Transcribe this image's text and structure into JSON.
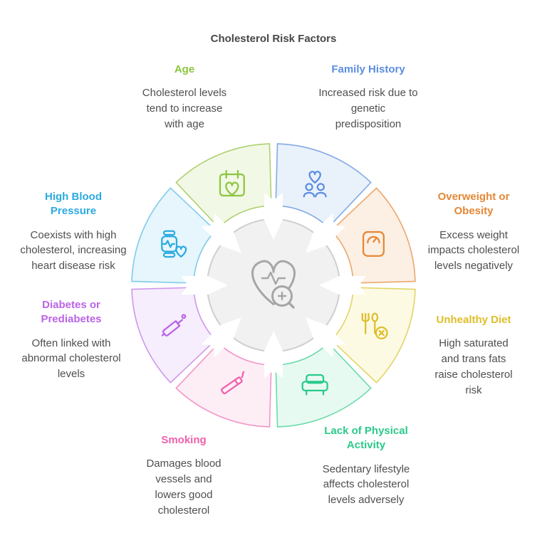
{
  "chart_data": {
    "type": "radial-wheel-diagram",
    "title": "Cholesterol Risk Factors",
    "center_icon": "heart-checkup-icon",
    "center_circle_fill": "#f1f1f1",
    "center_circle_stroke": "#cfcfcf",
    "segments": [
      {
        "id": "family-history",
        "label": "Family History",
        "description": "Increased risk due to genetic predisposition",
        "accent": "#5b8de0",
        "fill": "#e9f1fb",
        "stroke": "#82abe3",
        "icon": "family-heart-icon",
        "start_deg": 0,
        "end_deg": 45
      },
      {
        "id": "overweight-obesity",
        "label": "Overweight or Obesity",
        "description": "Excess weight impacts cholesterol levels negatively",
        "accent": "#e58735",
        "fill": "#fcefe3",
        "stroke": "#eaa86d",
        "icon": "scale-icon",
        "start_deg": 45,
        "end_deg": 90
      },
      {
        "id": "unhealthy-diet",
        "label": "Unhealthy Diet",
        "description": "High saturated and trans fats raise cholesterol risk",
        "accent": "#ddbe2b",
        "fill": "#fdfae3",
        "stroke": "#e2d468",
        "icon": "no-junk-food-icon",
        "start_deg": 90,
        "end_deg": 135
      },
      {
        "id": "lack-of-physical-activity",
        "label": "Lack of Physical Activity",
        "description": "Sedentary lifestyle affects cholesterol levels adversely",
        "accent": "#2bc98b",
        "fill": "#e7faf1",
        "stroke": "#6cdbaa",
        "icon": "couch-icon",
        "start_deg": 135,
        "end_deg": 180
      },
      {
        "id": "smoking",
        "label": "Smoking",
        "description": "Damages blood vessels and lowers good cholesterol",
        "accent": "#f060ad",
        "fill": "#fdeef6",
        "stroke": "#f495c6",
        "icon": "cigarette-icon",
        "start_deg": 180,
        "end_deg": 225
      },
      {
        "id": "diabetes-prediabetes",
        "label": "Diabetes or Prediabetes",
        "description": "Often linked with abnormal cholesterol levels",
        "accent": "#ba63e8",
        "fill": "#f6eefc",
        "stroke": "#cf97ee",
        "icon": "glucose-pen-icon",
        "start_deg": 225,
        "end_deg": 270
      },
      {
        "id": "high-blood-pressure",
        "label": "High Blood Pressure",
        "description": "Coexists with high cholesterol, increasing heart disease risk",
        "accent": "#2baae1",
        "fill": "#e6f6fc",
        "stroke": "#80cbe9",
        "icon": "bp-watch-icon",
        "start_deg": 270,
        "end_deg": 315
      },
      {
        "id": "age",
        "label": "Age",
        "description": "Cholesterol levels tend to increase with age",
        "accent": "#8cc63f",
        "fill": "#f2f8e6",
        "stroke": "#aed170",
        "icon": "calendar-heart-icon",
        "start_deg": 315,
        "end_deg": 360
      }
    ]
  }
}
